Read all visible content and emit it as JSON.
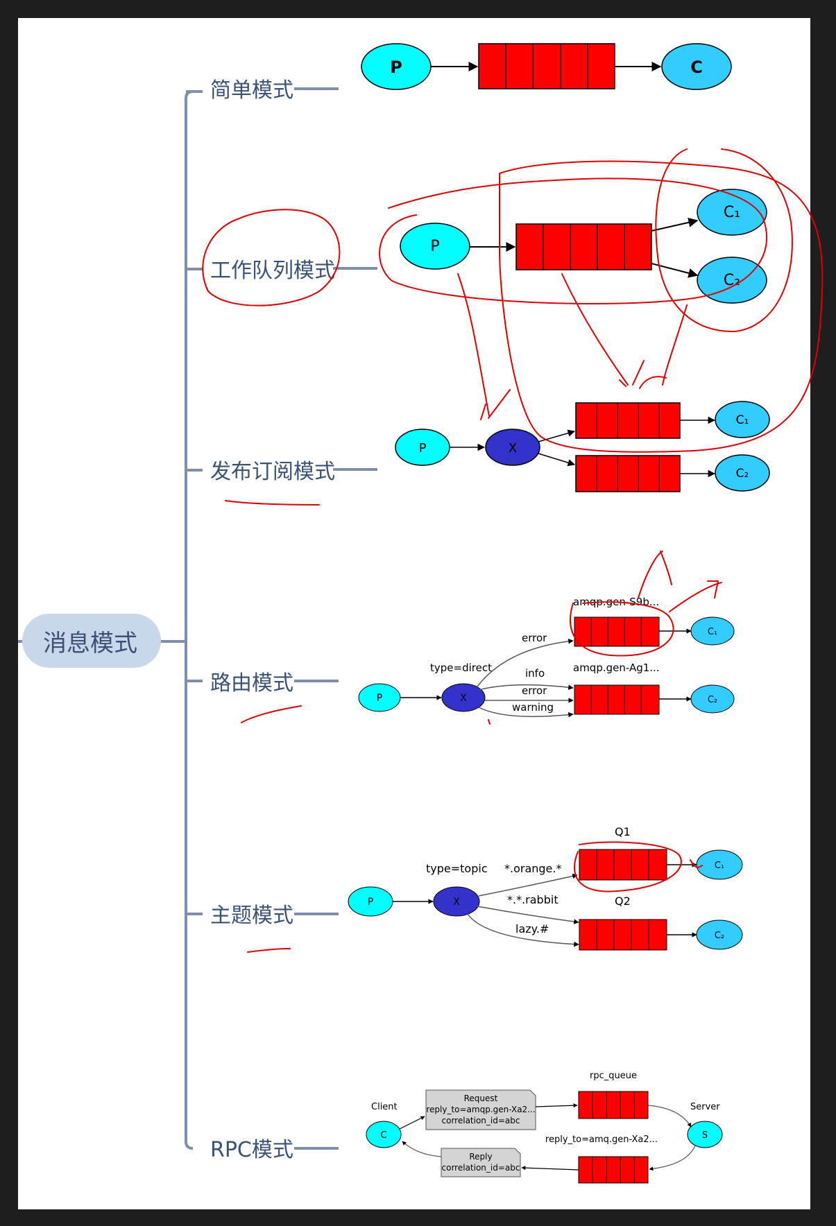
{
  "root": {
    "label": "消息模式"
  },
  "branches": [
    {
      "label": "简单模式"
    },
    {
      "label": "工作队列模式"
    },
    {
      "label": "发布订阅模式"
    },
    {
      "label": "路由模式"
    },
    {
      "label": "主题模式"
    },
    {
      "label": "RPC模式"
    }
  ],
  "simple": {
    "producer": "P",
    "consumer": "C"
  },
  "work": {
    "producer": "P",
    "c1": "C₁",
    "c2": "C₂"
  },
  "pubsub": {
    "producer": "P",
    "exchange": "X",
    "c1": "C₁",
    "c2": "C₂"
  },
  "routing": {
    "producer": "P",
    "exchange": "X",
    "exchange_type": "type=direct",
    "queue1": "amqp.gen-S9b...",
    "queue2": "amqp.gen-Ag1...",
    "key_error1": "error",
    "key_info": "info",
    "key_error2": "error",
    "key_warning": "warning",
    "c1": "C₁",
    "c2": "C₂"
  },
  "topic": {
    "producer": "P",
    "exchange": "X",
    "exchange_type": "type=topic",
    "q1": "Q1",
    "q2": "Q2",
    "key1": "*.orange.*",
    "key2": "*.*.rabbit",
    "key3": "lazy.#",
    "c1": "C₁",
    "c2": "C₂"
  },
  "rpc": {
    "client_label": "Client",
    "client": "C",
    "server_label": "Server",
    "server": "S",
    "request_title": "Request",
    "request_reply": "reply_to=amqp.gen-Xa2...",
    "request_corr": "correlation_id=abc",
    "reply_title": "Reply",
    "reply_corr": "correlation_id=abc",
    "rpc_queue": "rpc_queue",
    "reply_queue": "reply_to=amq.gen-Xa2..."
  },
  "colors": {
    "producer": "#00ffff",
    "consumer": "#33ccff",
    "exchange": "#3333cc",
    "queue": "#ff0000",
    "branch_line": "#7f8fad",
    "root_bubble": "#c8d8ea",
    "annotation": "#e00000"
  }
}
